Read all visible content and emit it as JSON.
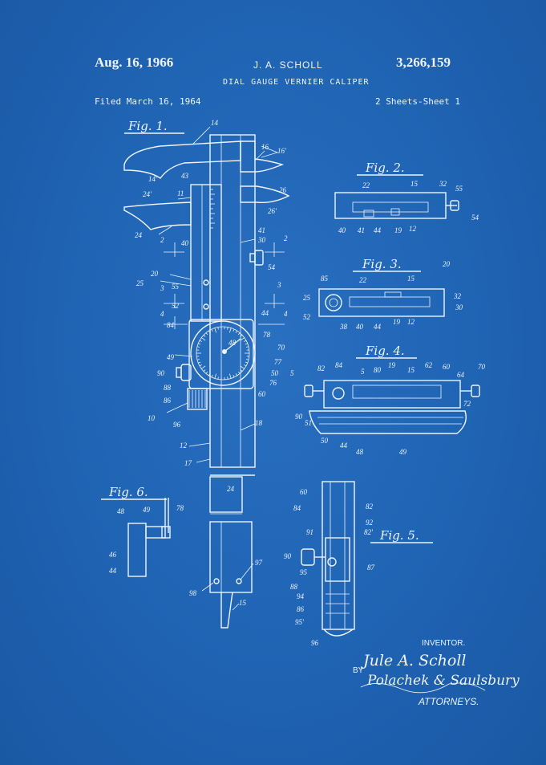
{
  "header": {
    "date": "Aug. 16, 1966",
    "inventor": "J. A. SCHOLL",
    "patent_number": "3,266,159",
    "title": "DIAL GAUGE VERNIER CALIPER",
    "filed": "Filed March 16, 1964",
    "sheets": "2 Sheets-Sheet 1"
  },
  "figures": {
    "fig1": "Fig. 1.",
    "fig2": "Fig. 2.",
    "fig3": "Fig. 3.",
    "fig4": "Fig. 4.",
    "fig5": "Fig. 5.",
    "fig6": "Fig. 6."
  },
  "footer": {
    "inventor_label": "INVENTOR.",
    "inventor_signature": "Jule A. Scholl",
    "by": "BY",
    "attorney_signature": "Polachek & Saulsbury",
    "attorneys_label": "ATTORNEYS."
  },
  "colors": {
    "blueprint_bg": "#1f63b3",
    "line": "#eef4fb"
  },
  "refs": {
    "r14": "14",
    "r14p": "14'",
    "r16": "16",
    "r16p": "16'",
    "r43": "43",
    "r11": "11",
    "r24p": "24'",
    "r26": "26",
    "r26p": "26'",
    "r24": "24",
    "r40": "40",
    "r41": "41",
    "r30": "30",
    "r2a": "2",
    "r2b": "2",
    "r54": "54",
    "r20": "20",
    "r25": "25",
    "r55": "55",
    "r3a": "3",
    "r3b": "3",
    "r52": "52",
    "r44": "44",
    "r4a": "4",
    "r4b": "4",
    "r84": "84",
    "r78": "78",
    "r49": "49",
    "r70": "70",
    "r77": "77",
    "r90": "90",
    "r50": "50",
    "r88": "88",
    "r76": "76",
    "r86": "86",
    "r60": "60",
    "r10": "10",
    "r96": "96",
    "r18": "18",
    "r12": "12",
    "r17": "17",
    "r48": "48",
    "r97": "97",
    "r98": "98",
    "r15": "15",
    "r24b": "24",
    "f2_22": "22",
    "f2_15": "15",
    "f2_32": "32",
    "f2_55": "55",
    "f2_54": "54",
    "f2_40": "40",
    "f2_41": "41",
    "f2_44": "44",
    "f2_19": "19",
    "f2_12": "12",
    "f3_20": "20",
    "f3_85": "85",
    "f3_22": "22",
    "f3_15": "15",
    "f3_25": "25",
    "f3_32": "32",
    "f3_30": "30",
    "f3_52": "52",
    "f3_38": "38",
    "f3_40": "40",
    "f3_44": "44",
    "f3_19": "19",
    "f3_12": "12",
    "f4_82": "82",
    "f4_84": "84",
    "f4_5": "5",
    "f4_80": "80",
    "f4_19": "19",
    "f4_15": "15",
    "f4_62": "62",
    "f4_60": "60",
    "f4_70": "70",
    "f4_5b": "5",
    "f4_64": "64",
    "f4_90": "90",
    "f4_51": "51",
    "f4_72": "72",
    "f4_50": "50",
    "f4_44": "44",
    "f4_48": "48",
    "f4_49": "49",
    "f6_48": "48",
    "f6_49": "49",
    "f6_78": "78",
    "f6_46": "46",
    "f6_44": "44",
    "f5_60": "60",
    "f5_84": "84",
    "f5_82": "82",
    "f5_92": "92",
    "f5_82p": "82'",
    "f5_91": "91",
    "f5_90": "90",
    "f5_87": "87",
    "f5_95": "95",
    "f5_88": "88",
    "f5_94": "94",
    "f5_86": "86",
    "f5_95p": "95'",
    "f5_96": "96"
  }
}
